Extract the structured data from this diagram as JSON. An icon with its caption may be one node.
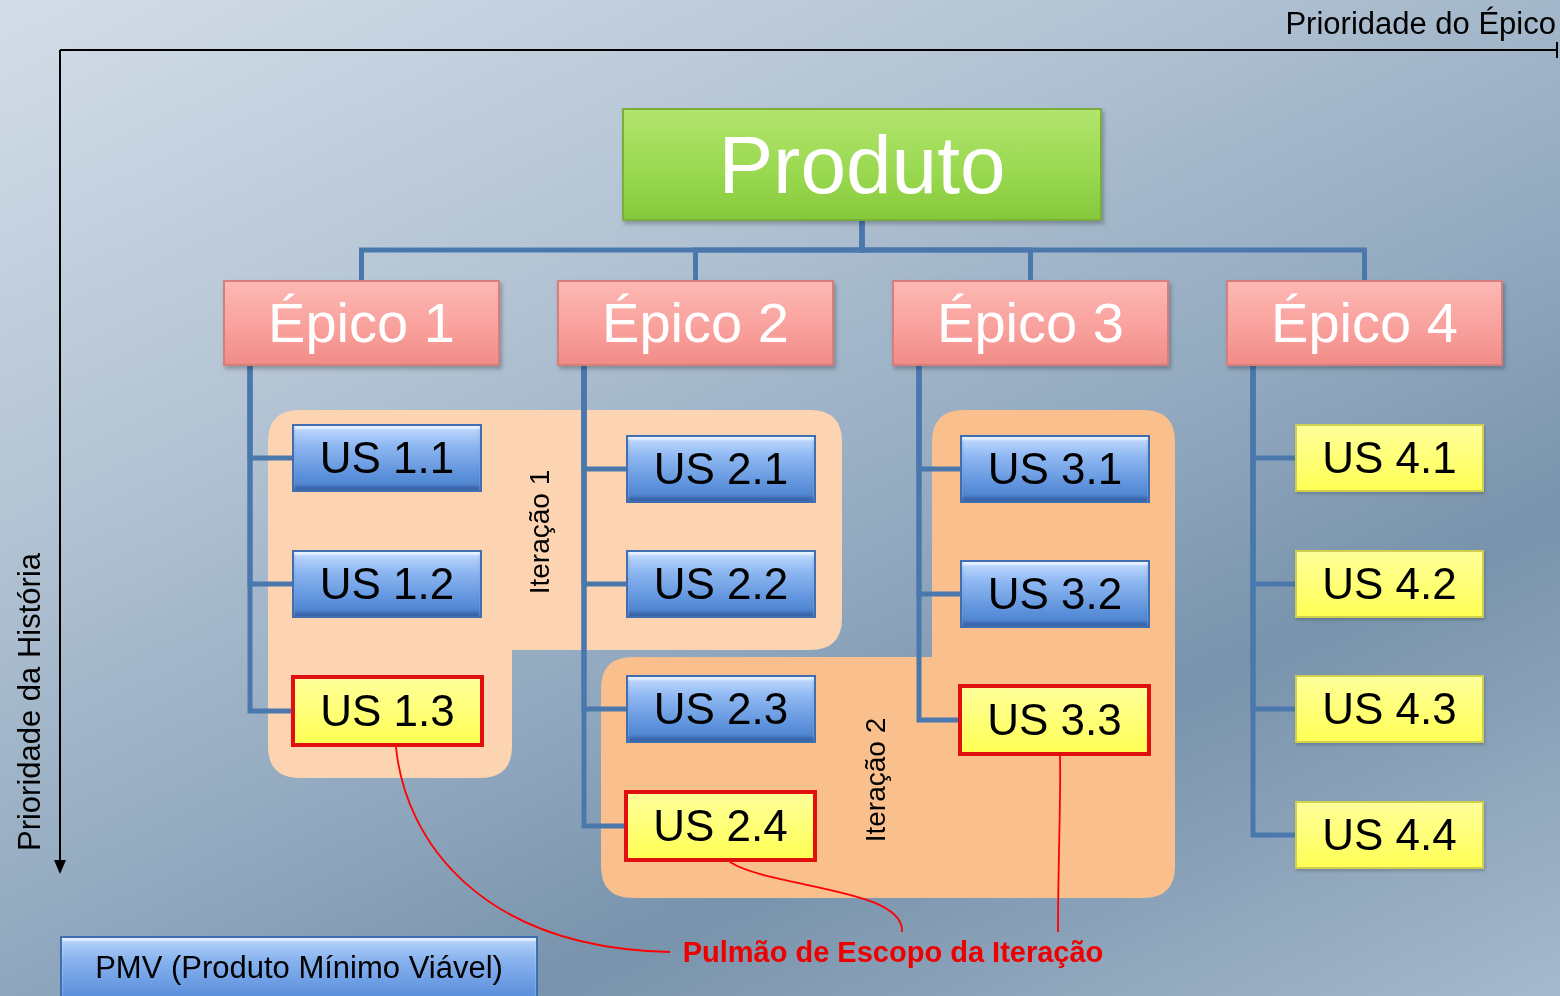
{
  "diagram": {
    "nodes": [
      {
        "text": [
          "Produto"
        ]
      },
      {
        "text": [
          "Épico 1"
        ]
      },
      {
        "text": [
          "Épico 2"
        ]
      },
      {
        "text": [
          "Épico 3"
        ]
      },
      {
        "text": [
          "Épico 4"
        ]
      },
      {
        "text": [
          "Iteração 1"
        ]
      },
      {
        "text": [
          "Iteração 2"
        ]
      },
      {
        "text": [
          "US 1.1"
        ],
        "in": 5
      },
      {
        "text": [
          "US 1.2"
        ],
        "in": 5
      },
      {
        "text": [
          "US 1.3"
        ],
        "in": 5
      },
      {
        "text": [
          "US 2.1"
        ],
        "in": 5
      },
      {
        "text": [
          "US 2.2"
        ],
        "in": 5
      },
      {
        "text": [
          "US 2.3"
        ],
        "in": 6
      },
      {
        "text": [
          "US 2.4"
        ],
        "in": 6
      },
      {
        "text": [
          "US 3.1"
        ],
        "in": 6
      },
      {
        "text": [
          "US 3.2"
        ],
        "in": 6
      },
      {
        "text": [
          "US 3.3"
        ],
        "in": 6
      },
      {
        "text": [
          "US 4.1"
        ]
      },
      {
        "text": [
          "US 4.2"
        ]
      },
      {
        "text": [
          "US 4.3"
        ]
      },
      {
        "text": [
          "US 4.4"
        ]
      },
      {
        "text": [
          "Pulmão de Escopo da Iteração"
        ]
      },
      {
        "text": [
          "PMV (Produto Mínimo Viável)"
        ]
      }
    ],
    "edges": [
      {
        "from": 0,
        "to": 1,
        "arrow": "none"
      },
      {
        "from": 0,
        "to": 2,
        "arrow": "none"
      },
      {
        "from": 0,
        "to": 3,
        "arrow": "none"
      },
      {
        "from": 0,
        "to": 4,
        "arrow": "none"
      },
      {
        "from": 1,
        "to": 7,
        "arrow": "none"
      },
      {
        "from": 1,
        "to": 8,
        "arrow": "none"
      },
      {
        "from": 1,
        "to": 9,
        "arrow": "none"
      },
      {
        "from": 2,
        "to": 10,
        "arrow": "none"
      },
      {
        "from": 2,
        "to": 11,
        "arrow": "none"
      },
      {
        "from": 2,
        "to": 12,
        "arrow": "none"
      },
      {
        "from": 2,
        "to": 13,
        "arrow": "none"
      },
      {
        "from": 3,
        "to": 14,
        "arrow": "none"
      },
      {
        "from": 3,
        "to": 15,
        "arrow": "none"
      },
      {
        "from": 3,
        "to": 16,
        "arrow": "none"
      },
      {
        "from": 4,
        "to": 17,
        "arrow": "none"
      },
      {
        "from": 4,
        "to": 18,
        "arrow": "none"
      },
      {
        "from": 4,
        "to": 19,
        "arrow": "none"
      },
      {
        "from": 4,
        "to": 20,
        "arrow": "none"
      },
      {
        "from": 21,
        "to": 9,
        "arrow": "none",
        "color": "#ff0000"
      },
      {
        "from": 21,
        "to": 13,
        "arrow": "none",
        "color": "#ff0000"
      },
      {
        "from": 21,
        "to": 16,
        "arrow": "none",
        "color": "#ff0000"
      }
    ],
    "labels": [
      "Prioridade do Épico",
      "Prioridade da História"
    ]
  }
}
